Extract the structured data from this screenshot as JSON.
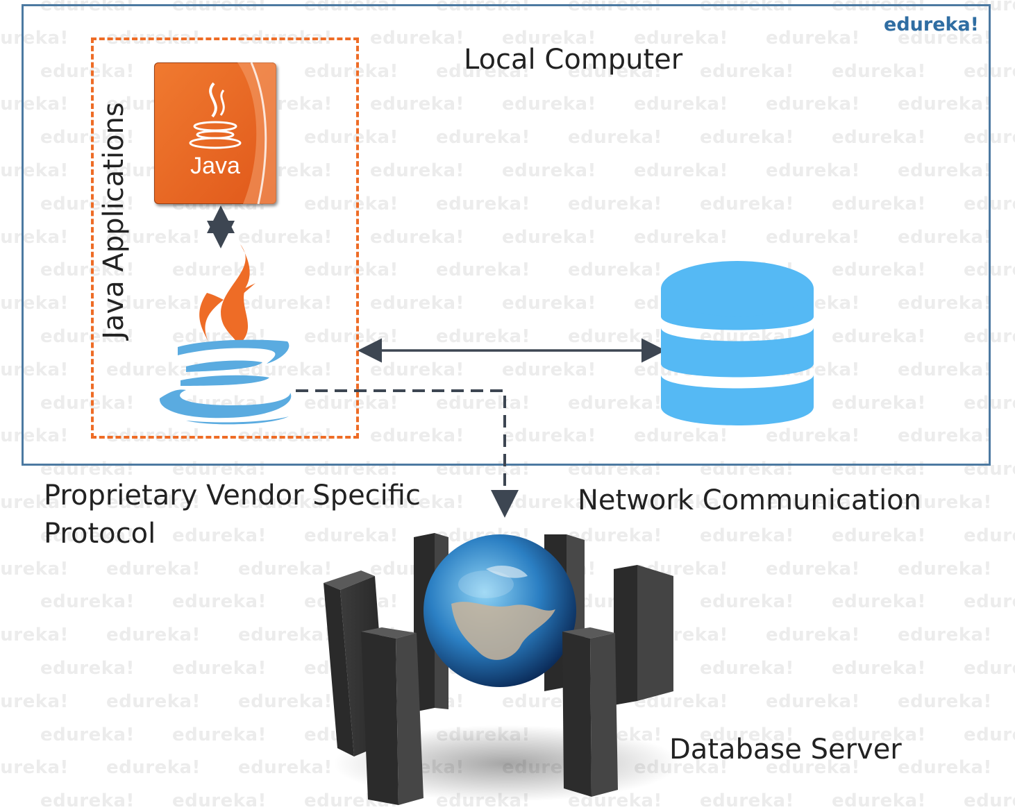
{
  "brand": "edureka!",
  "watermark_text": "edureka!",
  "labels": {
    "local_computer": "Local Computer",
    "java_applications": "Java Applications",
    "proprietary_protocol_line1": "Proprietary Vendor Specific",
    "proprietary_protocol_line2": "Protocol",
    "network_communication": "Network Communication",
    "database_server": "Database Server"
  },
  "java_tile_text": "Java",
  "icons": [
    "java-tile-icon",
    "java-cup-logo-icon",
    "database-icon",
    "server-globe-icon"
  ],
  "colors": {
    "local_box_border": "#4c79a1",
    "app_box_border": "#ee6c26",
    "java_orange": "#ee7a2c",
    "java_blue": "#5aabe0",
    "database_blue": "#55b9f4",
    "arrow": "#3d4652",
    "brand": "#2f6da2"
  }
}
